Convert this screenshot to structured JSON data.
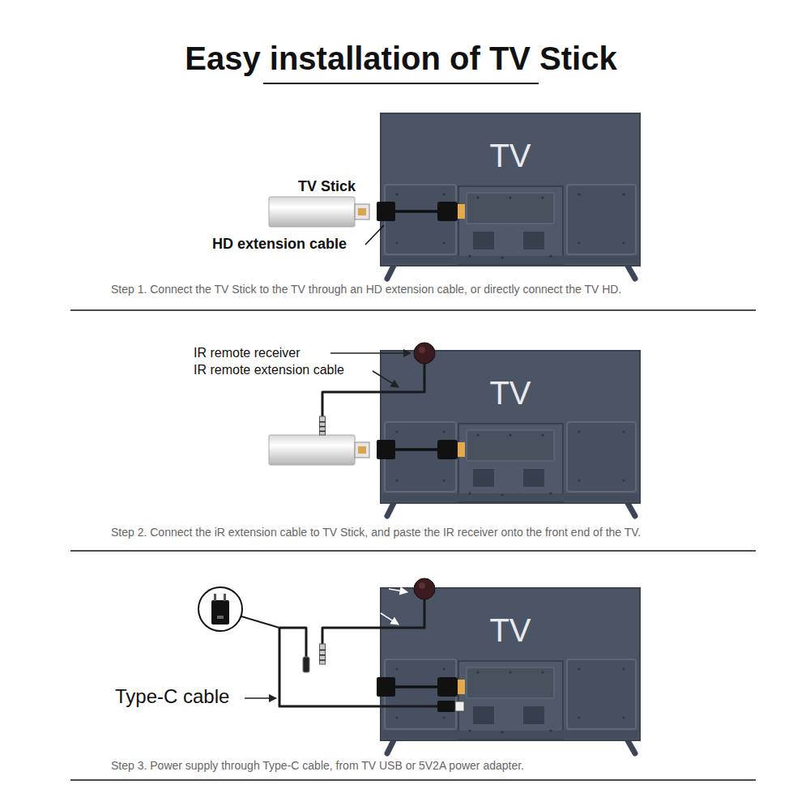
{
  "diagram": {
    "title": "Easy installation of TV Stick",
    "nodes": [
      {
        "text": [
          "TV"
        ]
      },
      {
        "text": [
          "TV"
        ]
      },
      {
        "text": [
          "TV"
        ]
      }
    ],
    "labels": [
      "TV Stick",
      "HD extension cable",
      "Step 1. Connect the TV Stick to the TV through an HD extension cable, or directly connect the TV HD.",
      "IR remote receiver",
      "IR remote extension cable",
      "Step 2. Connect the iR extension cable to TV Stick, and paste the IR receiver onto the front end of the TV.",
      "Type-C cable",
      "Step 3. Power supply through Type-C cable, from TV USB or 5V2A power adapter."
    ]
  }
}
